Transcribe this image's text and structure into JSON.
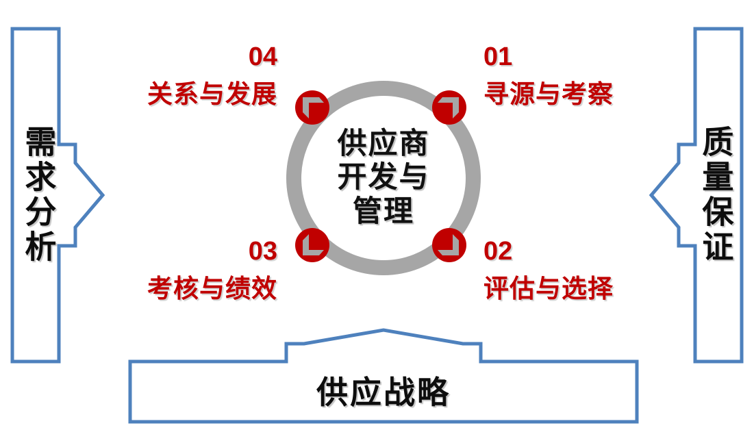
{
  "diagram": {
    "center": {
      "title_lines": [
        "供应商",
        "开发与",
        "管理"
      ],
      "ring_color": "#a6a6a6"
    },
    "badges": [
      {
        "name": "badge-arrow-up-left",
        "icon": "arrow-corner-up-left-icon",
        "color": "#c00000"
      },
      {
        "name": "badge-arrow-up-right",
        "icon": "arrow-corner-up-right-icon",
        "color": "#c00000"
      },
      {
        "name": "badge-arrow-down-left",
        "icon": "arrow-corner-down-left-icon",
        "color": "#c00000"
      },
      {
        "name": "badge-arrow-down-right",
        "icon": "arrow-corner-down-right-icon",
        "color": "#c00000"
      }
    ],
    "steps": [
      {
        "number": "01",
        "label": "寻源与考察",
        "position": "top-right",
        "color": "#c00000"
      },
      {
        "number": "02",
        "label": "评估与选择",
        "position": "bottom-right",
        "color": "#c00000"
      },
      {
        "number": "03",
        "label": "考核与绩效",
        "position": "bottom-left",
        "color": "#c00000"
      },
      {
        "number": "04",
        "label": "关系与发展",
        "position": "top-left",
        "color": "#c00000"
      }
    ],
    "side_left": {
      "label": "需求分析",
      "arrow_direction": "right",
      "stroke_color": "#4e81bd"
    },
    "side_right": {
      "label": "质量保证",
      "arrow_direction": "left",
      "stroke_color": "#4e81bd"
    },
    "bottom": {
      "label": "供应战略",
      "arrow_direction": "up",
      "stroke_color": "#4e81bd"
    }
  }
}
